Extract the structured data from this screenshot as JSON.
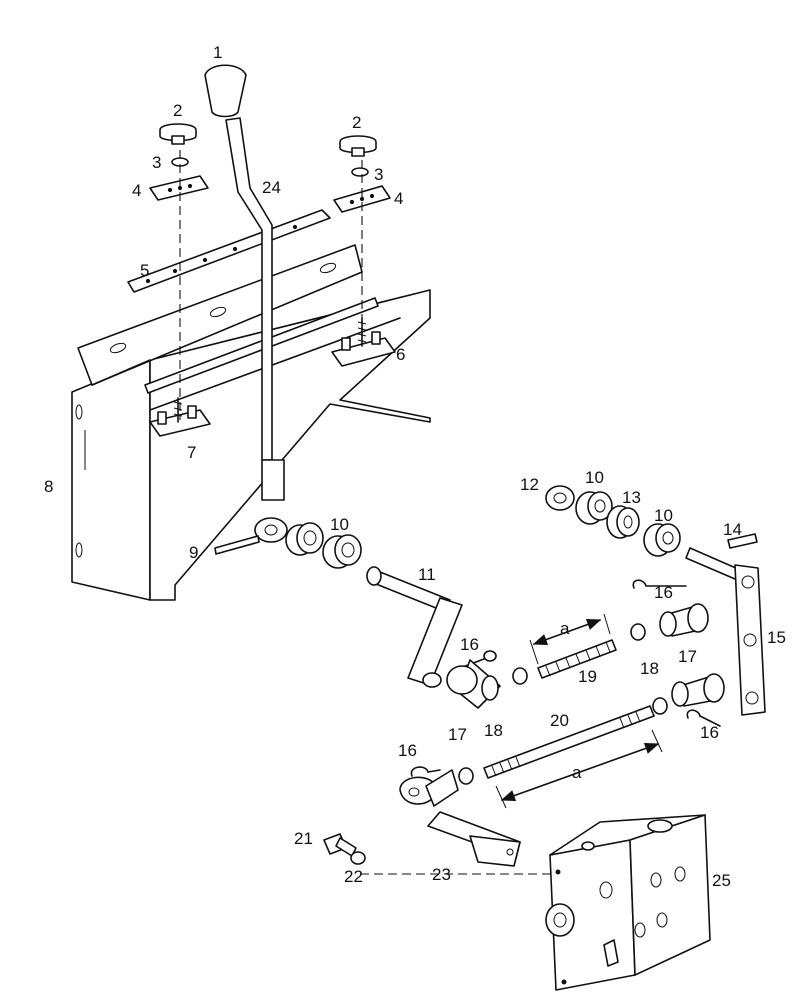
{
  "part_labels": {
    "p1": "1",
    "p2a": "2",
    "p2b": "2",
    "p3a": "3",
    "p3b": "3",
    "p4a": "4",
    "p4b": "4",
    "p5": "5",
    "p6": "6",
    "p7": "7",
    "p8": "8",
    "p9": "9",
    "p10a": "10",
    "p10b": "10",
    "p10c": "10",
    "p11": "11",
    "p12": "12",
    "p13": "13",
    "p14": "14",
    "p15": "15",
    "p16a": "16",
    "p16b": "16",
    "p16c": "16",
    "p17a": "17",
    "p17b": "17",
    "p18a": "18",
    "p18b": "18",
    "p19": "19",
    "p20": "20",
    "p21": "21",
    "p22": "22",
    "p23": "23",
    "p24": "24",
    "p25": "25"
  },
  "dimensions": {
    "short_rod": "a",
    "long_rod": "a"
  }
}
